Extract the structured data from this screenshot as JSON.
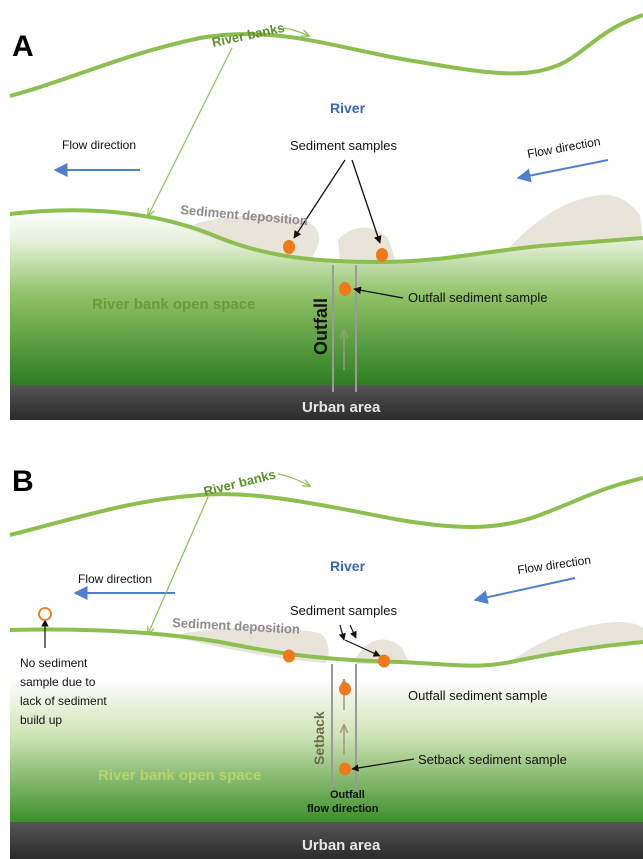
{
  "panel_a": {
    "label": "A",
    "river_banks": "River banks",
    "river": "River",
    "flow_left": "Flow direction",
    "flow_right": "Flow direction",
    "sediment_samples": "Sediment samples",
    "sediment_deposition": "Sediment deposition",
    "open_space": "River bank open space",
    "outfall": "Outfall",
    "outfall_sample": "Outfall sediment sample",
    "urban_area": "Urban area"
  },
  "panel_b": {
    "label": "B",
    "river_banks": "River banks",
    "river": "River",
    "flow_left": "Flow direction",
    "flow_right": "Flow direction",
    "sediment_samples": "Sediment samples",
    "sediment_deposition": "Sediment deposition",
    "no_sample_lines": [
      "No sediment",
      "sample due to",
      "lack of sediment",
      "build up"
    ],
    "open_space": "River bank open space",
    "setback": "Setback",
    "outfall_sample": "Outfall sediment sample",
    "setback_sample": "Setback sediment sample",
    "outfall_flow_lines": [
      "Outfall",
      "flow direction"
    ],
    "urban_area": "Urban area"
  },
  "colors": {
    "bank_line": "#8cbf50",
    "land_dark": "#3d8f2a",
    "urban": "#3a3a3a",
    "flow_arrow": "#4f7fd0",
    "sample": "#f07a1a",
    "deposition": "#e8e4da"
  }
}
